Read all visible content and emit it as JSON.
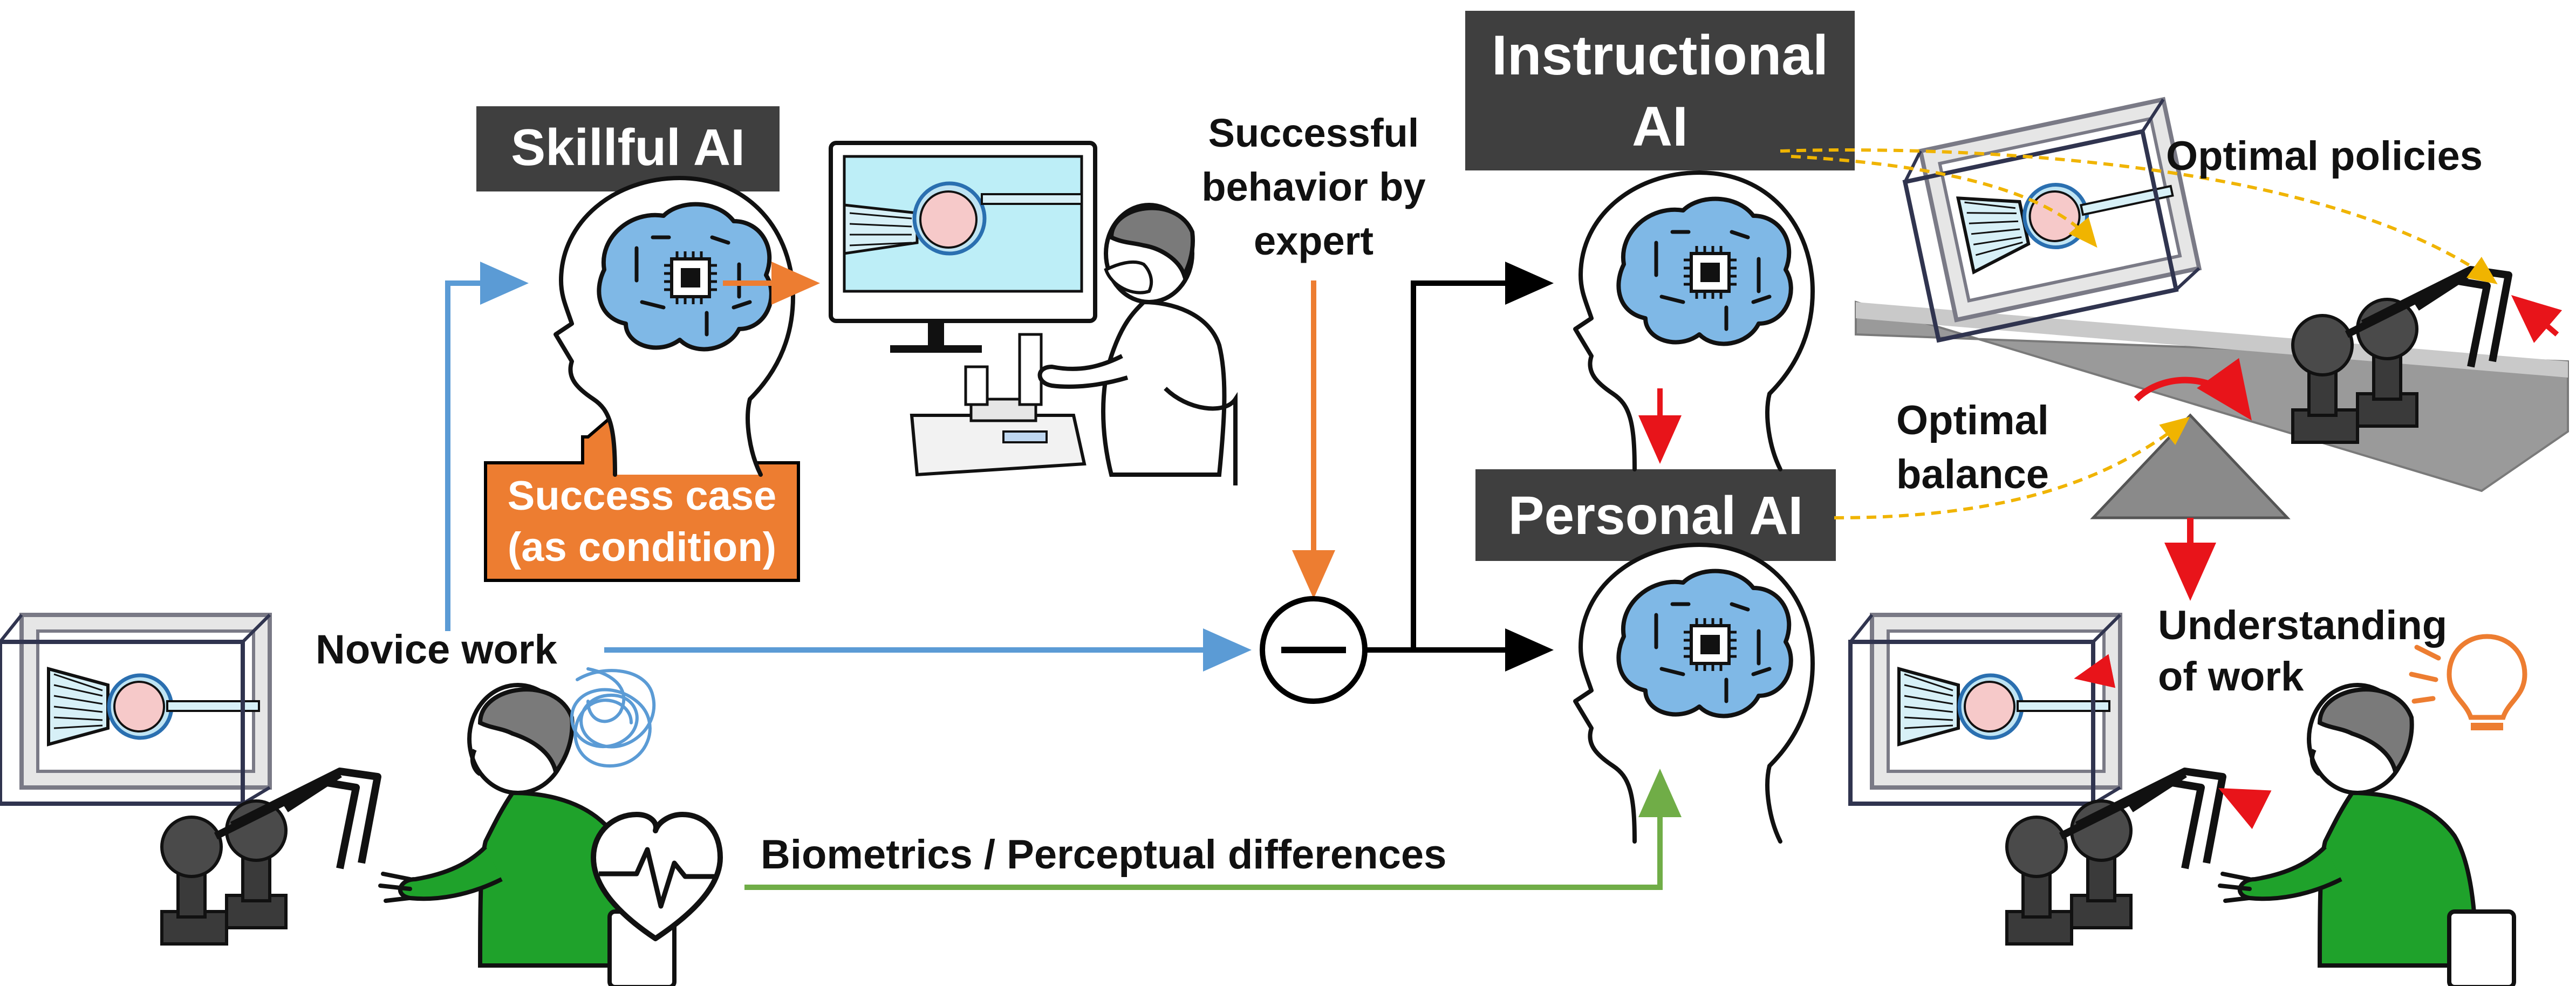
{
  "labels": {
    "skillful_ai": "Skillful AI",
    "instructional_ai_line1": "Instructional",
    "instructional_ai_line2": "AI",
    "personal_ai": "Personal AI",
    "success_case_line1": "Success case",
    "success_case_line2": "(as condition)",
    "successful_behavior_line1": "Successful",
    "successful_behavior_line2": "behavior by",
    "successful_behavior_line3": "expert",
    "novice_work": "Novice work",
    "biometrics": "Biometrics / Perceptual differences",
    "optimal_policies": "Optimal policies",
    "optimal_balance_line1": "Optimal",
    "optimal_balance_line2": "balance",
    "understanding_line1": "Understanding",
    "understanding_line2": "of work"
  },
  "icons": {
    "brain_chip": "ai-brain-head-icon",
    "microscope": "microscope-icon",
    "monitor": "monitor-icon",
    "heart_pulse": "heart-pulse-icon",
    "scribble": "confusion-scribble-icon",
    "lightbulb": "lightbulb-icon",
    "subtract": "subtract-operator-icon"
  },
  "colors": {
    "label_box": "#3f3f3f",
    "success_box": "#ed7d31",
    "blue_arrow": "#5b9bd5",
    "orange_arrow": "#ed7d31",
    "green_arrow": "#70ad47",
    "red_arrow": "#e8141a",
    "dashed_yellow": "#f0b400",
    "novice_shirt": "#1fa22b",
    "brain_fill": "#7fb8e6"
  }
}
